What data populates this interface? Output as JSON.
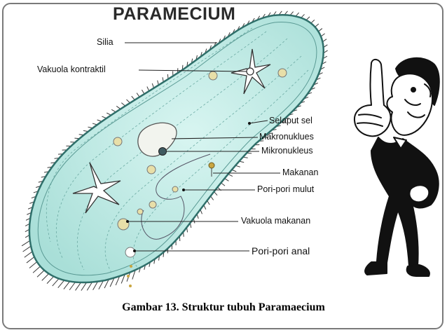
{
  "diagram": {
    "title": "PARAMECIUM",
    "caption": "Gambar 13. Struktur tubuh Paramaecium",
    "labels": {
      "silia": "Silia",
      "vakuola_kontraktil": "Vakuola kontraktil",
      "selaput_sel": "Selaput sel",
      "makronuklues": "Makronuklues",
      "mikronukleus": "Mikronukleus",
      "makanan": "Makanan",
      "pori_mulut": "Pori-pori mulut",
      "vakuola_makanan": "Vakuola makanan",
      "pori_anal": "Pori-pori anal"
    },
    "colors": {
      "cell_fill": "#c6ede8",
      "cell_outline": "#2f6f6a",
      "frame": "#7a7a7a"
    }
  }
}
